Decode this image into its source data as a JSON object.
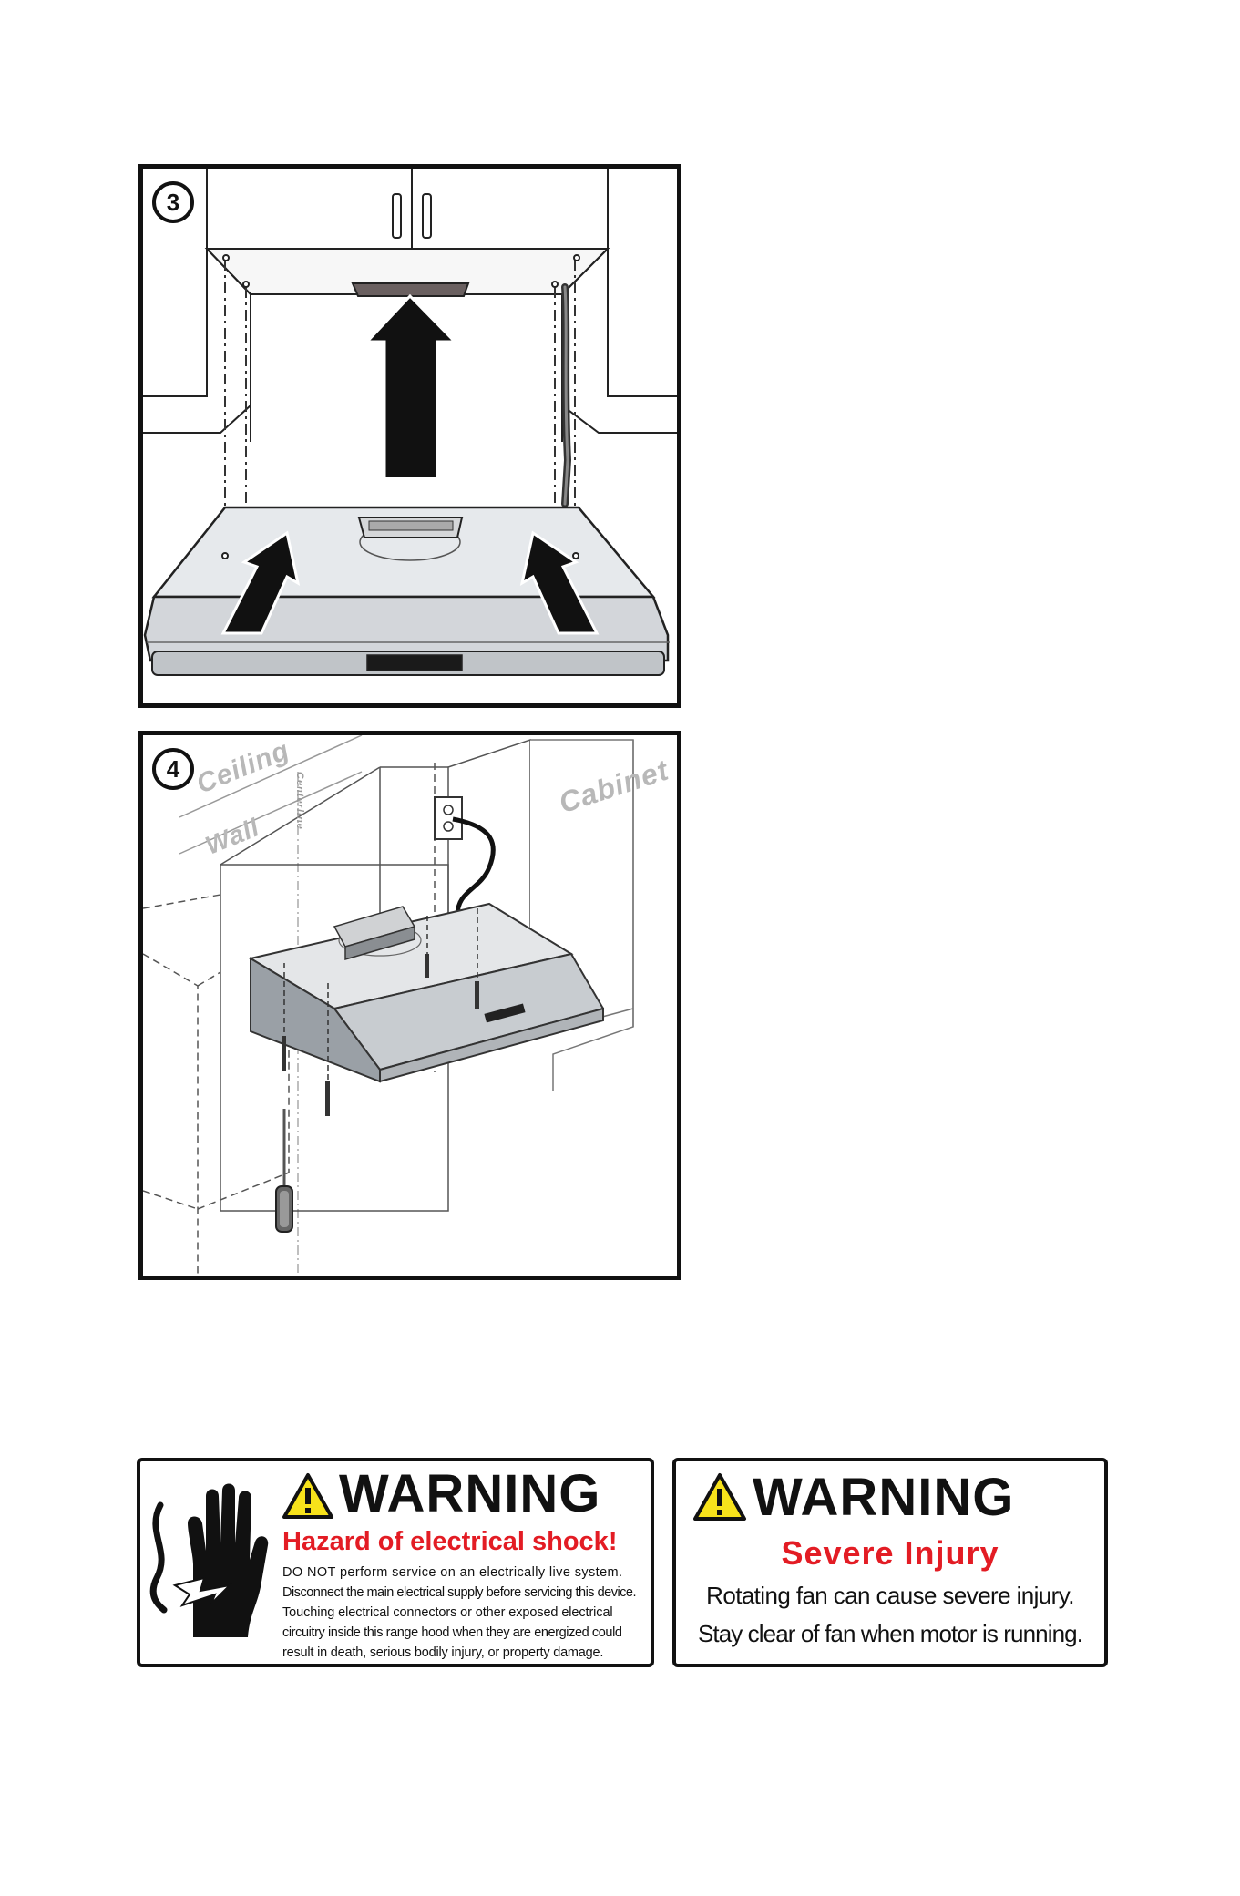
{
  "step3": {
    "badge": "3"
  },
  "step4": {
    "badge": "4",
    "labels": {
      "ceiling": "Ceiling",
      "wall": "Wall",
      "cabinet": "Cabinet",
      "centerline": "Centerline"
    }
  },
  "warning_electrical": {
    "title": "WARNING",
    "subtitle": "Hazard of electrical shock!",
    "lines": [
      "DO NOT perform service on an electrically live system.",
      "Disconnect the main electrical supply before servicing this device.",
      "Touching electrical connectors or other exposed electrical",
      "circuitry inside this range hood when they are energized could",
      "result in death, serious bodily injury, or property damage."
    ],
    "icons": [
      "warning-triangle-icon",
      "electric-shock-hand-icon"
    ]
  },
  "warning_injury": {
    "title": "WARNING",
    "subtitle": "Severe Injury",
    "lines": [
      "Rotating fan can cause severe injury.",
      "Stay clear of fan when motor is running."
    ],
    "icons": [
      "warning-triangle-icon"
    ]
  },
  "colors": {
    "warning_red": "#e31c24",
    "warning_yellow": "#f7e21b",
    "ink": "#111111"
  }
}
